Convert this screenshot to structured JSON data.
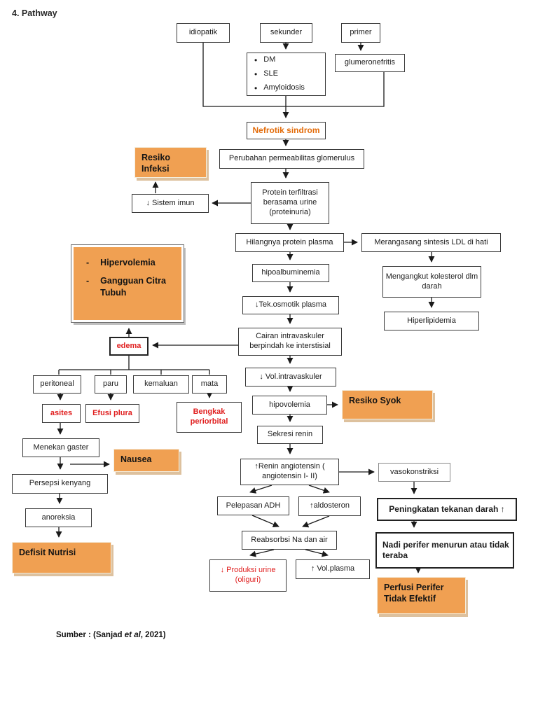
{
  "title": "4. Pathway",
  "footer": {
    "prefix": "Sumber : (Sanjad ",
    "italic": "et al",
    "suffix": ", 2021)"
  },
  "colors": {
    "orange_fill": "#F0A052",
    "orange_shadow": "#DDC19E",
    "orange_title_text": "#E36C0A",
    "red_text": "#E01F1F",
    "box_border": "#3a3a3a"
  },
  "nodes": {
    "idiopatik": "idiopatik",
    "sekunder": "sekunder",
    "primer": "primer",
    "glumeronefritis": "glumeronefritis",
    "nefrotik_sindrom": "Nefrotik sindrom",
    "resiko_infeksi": "Resiko Infeksi",
    "perubahan_permeabilitas": "Perubahan permeabilitas glomerulus",
    "sistem_imun": "↓ Sistem imun",
    "protein_terfiltrasi": "Protein terfiltrasi berasama urine (proteinuria)",
    "hilangnya_protein": "Hilangnya protein plasma",
    "merangasang_ldl": "Merangasang sintesis LDL di hati",
    "hipoalbuminemia": "hipoalbuminemia",
    "mengangkut_kolesterol": "Mengangkut kolesterol dlm darah",
    "tek_osmotik": "↓Tek.osmotik plasma",
    "hiperlipidemia": "Hiperlipidemia",
    "cairan_intravaskuler": "Cairan intravaskuler berpindah ke interstisial",
    "edema": "edema",
    "vol_intravaskuler": "↓ Vol.intravaskuler",
    "peritoneal": "peritoneal",
    "paru": "paru",
    "kemaluan": "kemaluan",
    "mata": "mata",
    "asites": "asites",
    "efusi_plura": "Efusi plura",
    "bengkak_periorbital": "Bengkak periorbital",
    "hipovolemia": "hipovolemia",
    "resiko_syok": "Resiko Syok",
    "sekresi_renin": "Sekresi renin",
    "menekan_gaster": "Menekan gaster",
    "nausea": "Nausea",
    "persepsi_kenyang": "Persepsi kenyang",
    "anoreksia": "anoreksia",
    "defisit_nutrisi": "Defisit Nutrisi",
    "renin_angiotensin": "↑Renin angiotensin ( angiotensin I- II)",
    "vasokonstriksi": "vasokonstriksi",
    "pelepasan_adh": "Pelepasan ADH",
    "aldosteron": "↑aldosteron",
    "peningkatan_tekanan": "Peningkatan tekanan darah ↑",
    "reabsorbsi": "Reabsorbsi Na dan air",
    "nadi_perifer": "Nadi perifer menurun atau tidak teraba",
    "produksi_urine": "↓ Produksi urine (oliguri)",
    "vol_plasma": "↑ Vol.plasma",
    "perfusi_perifer": "Perfusi Perifer Tidak Efektif"
  },
  "lists": {
    "sekunder_causes": [
      "DM",
      "SLE",
      "Amyloidosis"
    ],
    "diagnoses": [
      "Hipervolemia",
      "Gangguan Citra Tubuh"
    ]
  }
}
